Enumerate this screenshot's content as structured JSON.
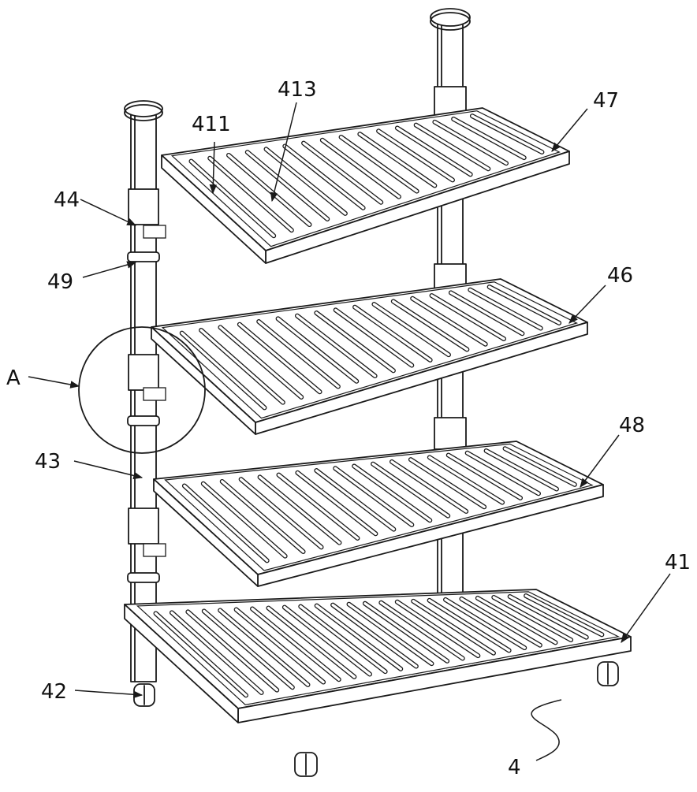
{
  "labels": {
    "l4": "4",
    "l41": "41",
    "l42": "42",
    "l43": "43",
    "l44": "44",
    "l46": "46",
    "l47": "47",
    "l48": "48",
    "l49": "49",
    "l411": "411",
    "l413": "413",
    "lA": "A"
  },
  "colors": {
    "line": "#1a1a1a",
    "background": "#ffffff"
  }
}
